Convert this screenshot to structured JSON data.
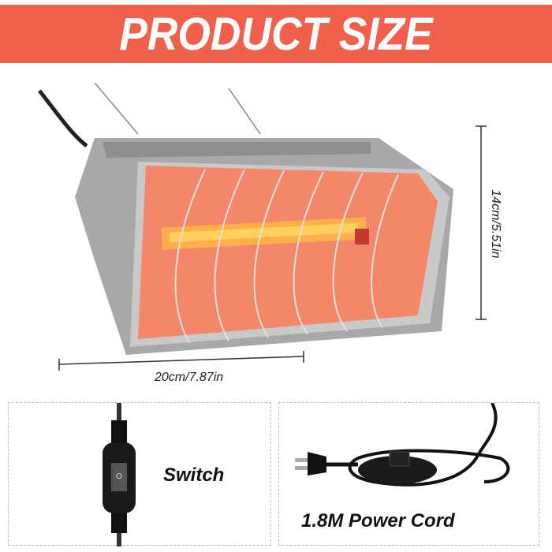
{
  "banner": {
    "title": "PRODUCT SIZE"
  },
  "dimensions": {
    "width": "20cm/7.87in",
    "height": "14cm/5.51in"
  },
  "panels": [
    {
      "label": "Switch"
    },
    {
      "label": "1.8M Power Cord"
    }
  ],
  "colors": {
    "banner": "#f0604a",
    "housing": "#9a9a9a",
    "glow": "#f4876a"
  }
}
